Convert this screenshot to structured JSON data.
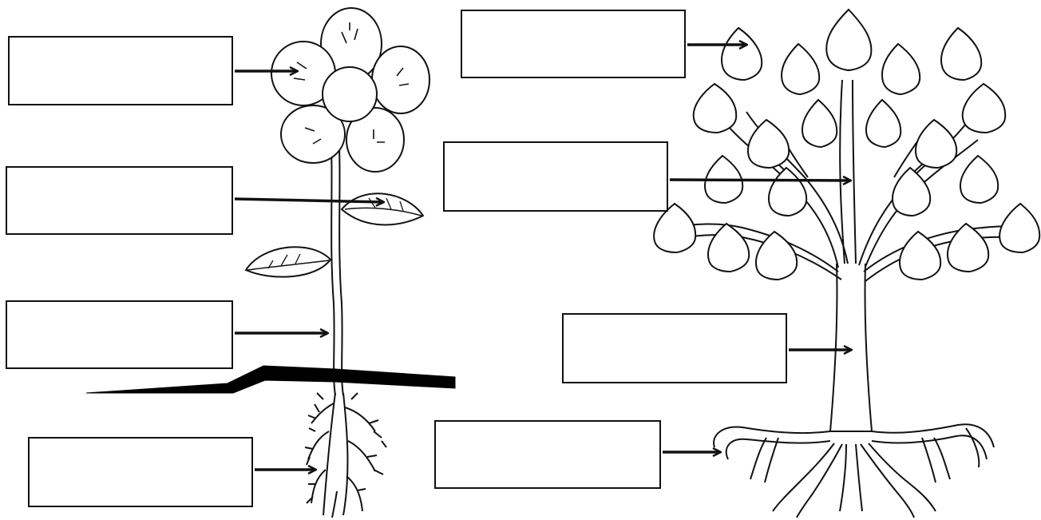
{
  "worksheet": {
    "plant_labels": [
      {
        "id": "b1",
        "value": ""
      },
      {
        "id": "b2",
        "value": ""
      },
      {
        "id": "b3",
        "value": ""
      },
      {
        "id": "b4",
        "value": ""
      }
    ],
    "tree_labels": [
      {
        "id": "b5",
        "value": ""
      },
      {
        "id": "b6",
        "value": ""
      },
      {
        "id": "b7",
        "value": ""
      },
      {
        "id": "b8",
        "value": ""
      }
    ]
  },
  "colors": {
    "line": "#111111",
    "fill": "#ffffff",
    "soil": "#000000"
  }
}
